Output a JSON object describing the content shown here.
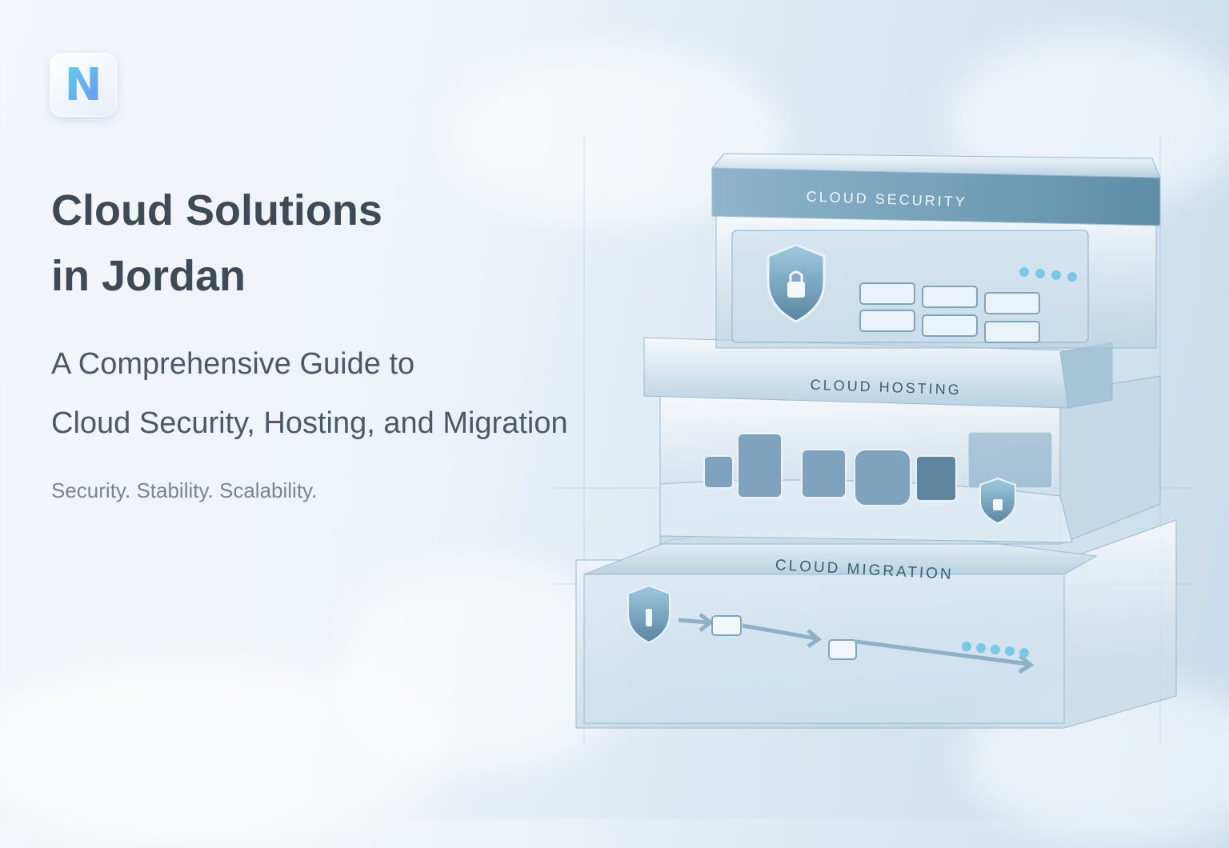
{
  "logo": {
    "letter": "N"
  },
  "hero": {
    "title_line1": "Cloud Solutions",
    "title_line2": "in Jordan",
    "subtitle_line1": "A Comprehensive Guide to",
    "subtitle_line2": "Cloud Security, Hosting, and Migration",
    "tagline": "Security. Stability. Scalability."
  },
  "illustration": {
    "layer_security": "CLOUD SECURITY",
    "layer_hosting": "CLOUD HOSTING",
    "layer_migration": "CLOUD MIGRATION"
  },
  "colors": {
    "title": "#3f4a57",
    "accent_cyan": "#5fd4e8",
    "accent_blue": "#6f8ff0",
    "panel_steel": "#7fa6c0"
  }
}
